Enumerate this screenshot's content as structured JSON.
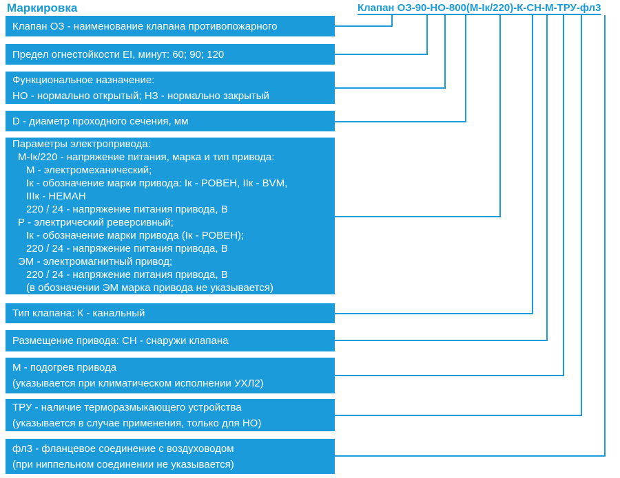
{
  "colors": {
    "accent": "#1b9bd9",
    "box_text": "#ffffff",
    "background": "#ffffff"
  },
  "title": "Маркировка",
  "formula": {
    "text": "Клапан ОЗ-90-НО-800(М-Iк/220)-К-СН-М-ТРУ-фл3",
    "segments": [
      "Клапан ОЗ",
      "90",
      "НО",
      "800",
      "(М-Iк/220)",
      "К",
      "СН",
      "М",
      "ТРУ",
      "фл3"
    ]
  },
  "boxes": [
    {
      "id": "valve-name",
      "lines": [
        "Клапан ОЗ - наименование клапана противопожарного"
      ]
    },
    {
      "id": "fire-resistance",
      "lines": [
        "Предел огнестойкости EI, минут: 60; 90; 120"
      ]
    },
    {
      "id": "functional-purpose",
      "lines": [
        "Функциональное назначение:",
        "НО - нормально открытый; НЗ - нормально закрытый"
      ]
    },
    {
      "id": "diameter",
      "lines": [
        "D - диаметр проходного сечения, мм"
      ]
    },
    {
      "id": "actuator-parameters",
      "lines": [
        "Параметры электропривода:",
        "М-Iк/220 - напряжение питания, марка и тип привода:",
        "М - электромеханический;",
        "Iк - обозначение марки привода: Iк - РОВЕН, IIк - BVM,",
        "IIIк - НЕМАН",
        "220 / 24 - напряжение питания привода, В",
        "Р - электрический реверсивный;",
        "Iк - обозначение марки привода (Iк - РОВЕН);",
        "220 / 24 - напряжение питания привода, В",
        "ЭМ - электромагнитный привод;",
        "220 / 24 - напряжение питания привода, В",
        "(в обозначении ЭМ марка привода не указывается)"
      ]
    },
    {
      "id": "valve-type",
      "lines": [
        "Тип клапана: К - канальный"
      ]
    },
    {
      "id": "actuator-placement",
      "lines": [
        "Размещение привода: СН - снаружи клапана"
      ]
    },
    {
      "id": "actuator-heating",
      "lines": [
        "М - подогрев привода",
        "(указывается при климатическом исполнении УХЛ2)"
      ]
    },
    {
      "id": "thermal-release-device",
      "lines": [
        "ТРУ - наличие терморазмыкающего устройства",
        "(указывается в случае применения, только для НО)"
      ]
    },
    {
      "id": "flange-connection",
      "lines": [
        "фл3 - фланцевое соединение с воздуховодом",
        "(при ниппельном соединении не указывается)"
      ]
    }
  ]
}
